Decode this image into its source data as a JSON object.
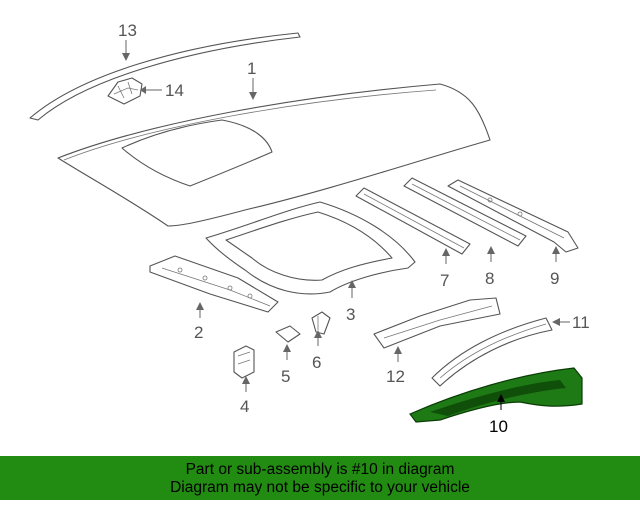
{
  "callouts": {
    "c1": "1",
    "c2": "2",
    "c3": "3",
    "c4": "4",
    "c5": "5",
    "c6": "6",
    "c7": "7",
    "c8": "8",
    "c9": "9",
    "c10": "10",
    "c11": "11",
    "c12": "12",
    "c13": "13",
    "c14": "14"
  },
  "colors": {
    "highlight_part": "#1e7a14",
    "banner_bg": "#228b12",
    "line": "#555555"
  },
  "banner": {
    "line1": "Part or sub-assembly is #10 in diagram",
    "line2": "Diagram may not be specific to your vehicle"
  }
}
